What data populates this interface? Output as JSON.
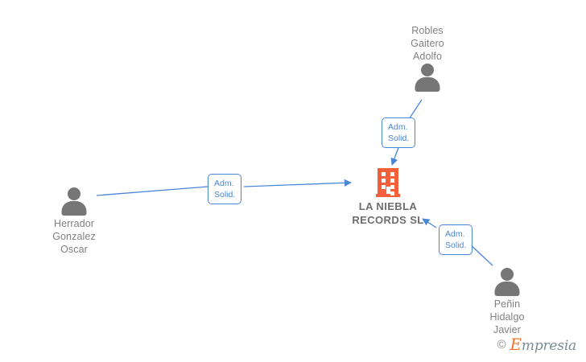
{
  "diagram": {
    "type": "company-relationship-graph",
    "company": {
      "name": "LA NIEBLA\nRECORDS  SL",
      "icon": "building-icon",
      "color": "#f4603a"
    },
    "persons": [
      {
        "id": "robles-gaitero-adolfo",
        "name": "Robles\nGaitero\nAdolfo",
        "icon": "person-icon",
        "label_position": "above"
      },
      {
        "id": "herrador-gonzalez-oscar",
        "name": "Herrador\nGonzalez\nOscar",
        "icon": "person-icon",
        "label_position": "below"
      },
      {
        "id": "penin-hidalgo-javier",
        "name": "Peñin\nHidalgo\nJavier",
        "icon": "person-icon",
        "label_position": "below"
      }
    ],
    "relations": [
      {
        "id": "rel-top",
        "label": "Adm.\nSolid.",
        "from": "robles-gaitero-adolfo",
        "to": "la-niebla-records-sl"
      },
      {
        "id": "rel-left",
        "label": "Adm.\nSolid.",
        "from": "herrador-gonzalez-oscar",
        "to": "la-niebla-records-sl"
      },
      {
        "id": "rel-bottomright",
        "label": "Adm.\nSolid.",
        "from": "penin-hidalgo-javier",
        "to": "la-niebla-records-sl"
      }
    ],
    "edge_color": "#4a86d8",
    "text_color": "#808080"
  },
  "watermark": {
    "copyright": "©",
    "brand_initial": "E",
    "brand_rest": "mpresia"
  }
}
